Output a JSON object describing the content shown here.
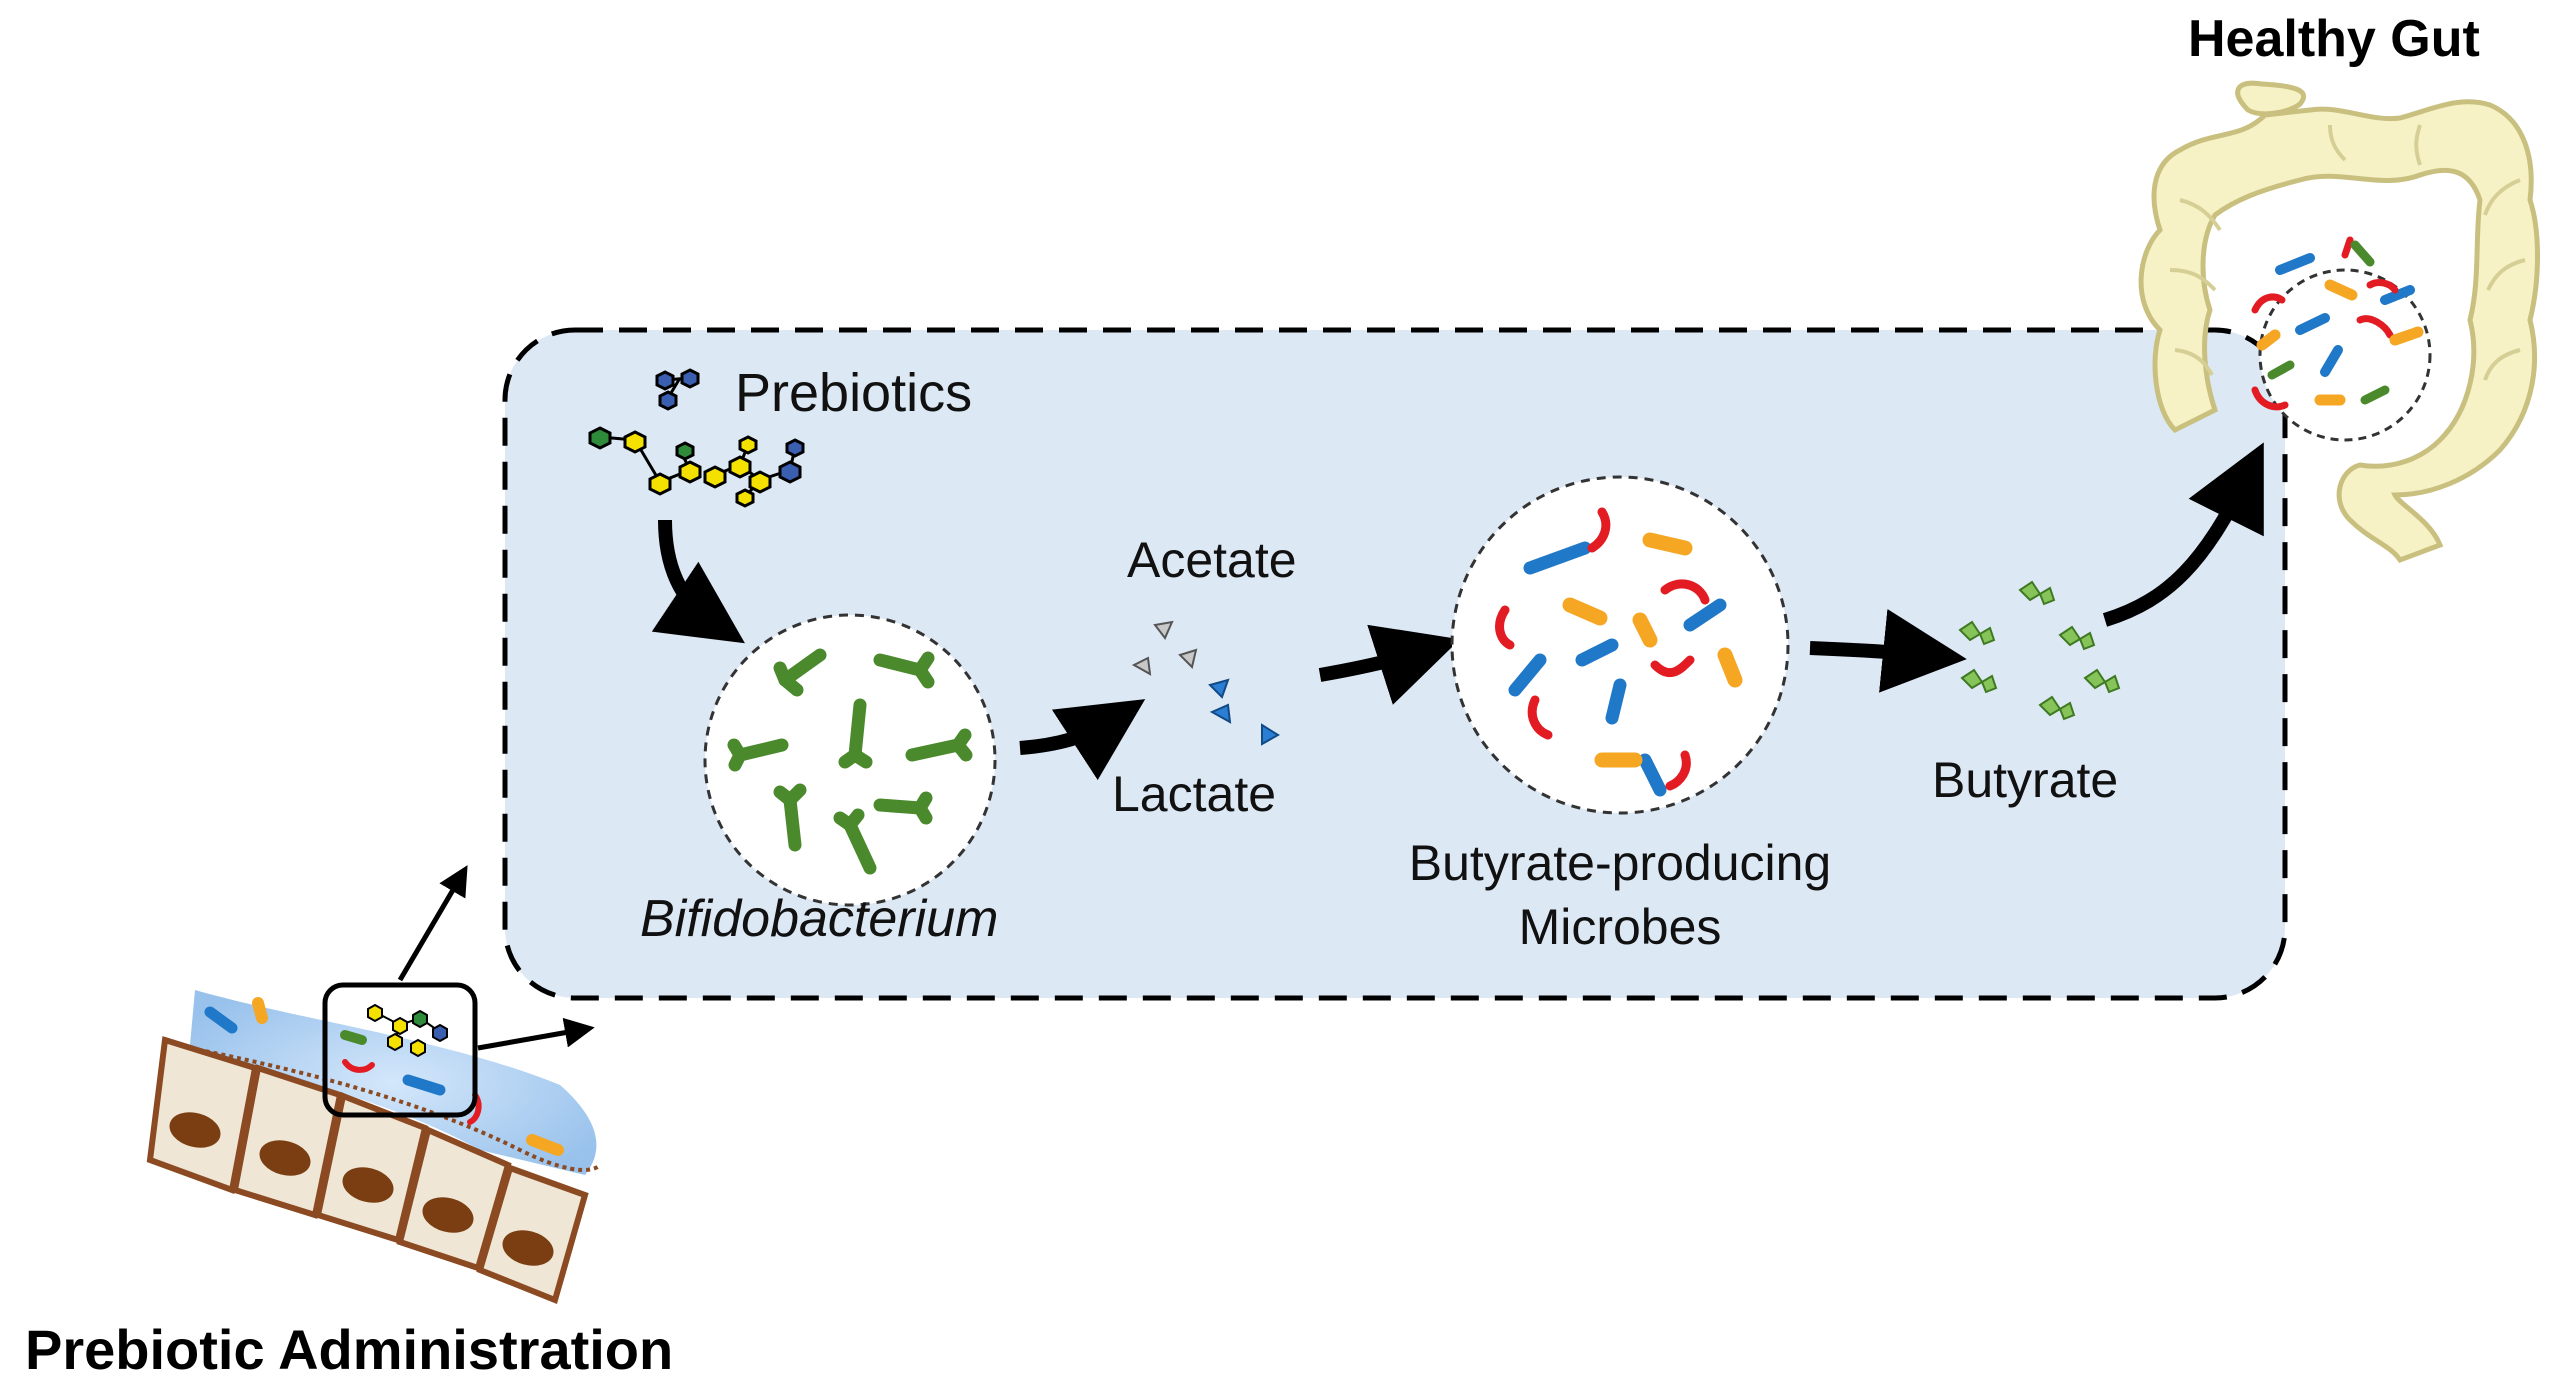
{
  "labels": {
    "healthy_gut": "Healthy Gut",
    "prebiotics": "Prebiotics",
    "acetate": "Acetate",
    "lactate": "Lactate",
    "bifidobacterium": "Bifidobacterium",
    "butyrate_producing_line1": "Butyrate-producing",
    "butyrate_producing_line2": "Microbes",
    "butyrate": "Butyrate",
    "prebiotic_administration": "Prebiotic Administration"
  },
  "colors": {
    "panel_fill": "#dde8f5",
    "bacteria_green": "#4a8a2c",
    "bacteria_blue": "#1f78c8",
    "bacteria_red": "#e31c23",
    "bacteria_orange": "#f5a623",
    "colon_fill": "#f7f2c6",
    "colon_stroke": "#c9c080",
    "cell_fill": "#efe6d6",
    "cell_stroke": "#8b4a22",
    "nucleus": "#7a3e12",
    "mucus": "#a9cdf2"
  },
  "icons": [
    "prebiotic-molecule-icon",
    "bifidobacterium-circle-icon",
    "acetate-triangle-icon",
    "lactate-triangle-icon",
    "microbes-circle-icon",
    "butyrate-molecule-icon",
    "colon-icon",
    "epithelium-icon"
  ]
}
